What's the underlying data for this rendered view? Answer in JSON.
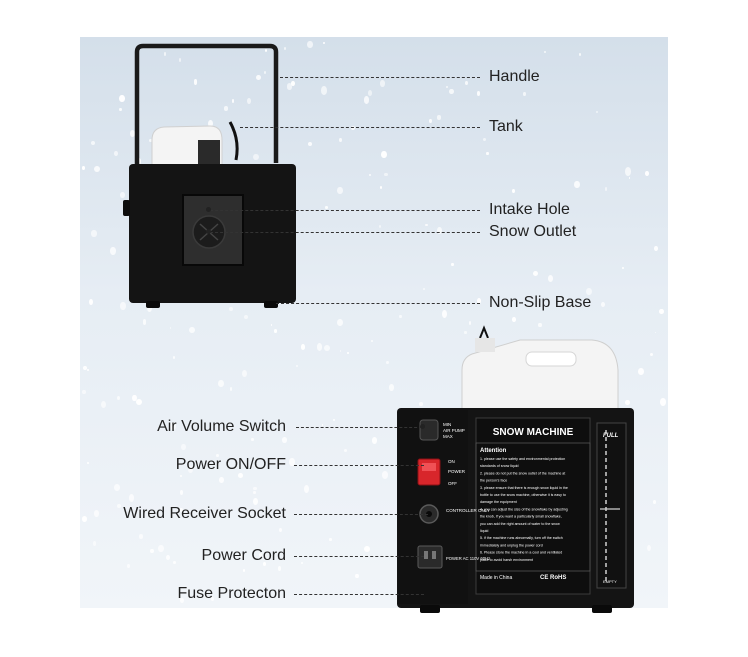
{
  "top_labels": [
    {
      "id": "handle",
      "text": "Handle"
    },
    {
      "id": "tank",
      "text": "Tank"
    },
    {
      "id": "intake-hole",
      "text": "Intake Hole"
    },
    {
      "id": "snow-outlet",
      "text": "Snow Outlet"
    },
    {
      "id": "non-slip-base",
      "text": "Non-Slip Base"
    }
  ],
  "bottom_labels": [
    {
      "id": "air-volume-switch",
      "text": "Air Volume Switch"
    },
    {
      "id": "power-on-off",
      "text": "Power ON/OFF"
    },
    {
      "id": "wired-receiver-socket",
      "text": "Wired Receiver Socket"
    },
    {
      "id": "power-cord",
      "text": "Power Cord"
    },
    {
      "id": "fuse-protecton",
      "text": "Fuse Protecton"
    }
  ],
  "panel": {
    "switch_labels": [
      "MIN",
      "AIR PUMP",
      "MAX"
    ],
    "power_labels": [
      "ON",
      "POWER",
      "OFF"
    ],
    "controller_label": "CONTROLLER ONLY",
    "power_input_label": "POWER AC 110V 60Hz"
  },
  "front": {
    "title": "SNOW MACHINE",
    "attention_title": "Attention",
    "attention_lines": [
      "1. please use the safety and environmental protection",
      "standards of snow liquid",
      "2. please do not put the snow outlet of the machine at",
      "the person's face",
      "3. please ensure that there is enough snow liquid in the",
      "bottle to use the snow machine, otherwise it is easy to",
      "damage the equipment",
      "4. you can adjust the size of the snowflake by adjusting",
      "the knob, if you want a particularly small snowflake,",
      "you can add the right amount of water to the snow",
      "liquid",
      "5. if the machine runs abnormally, turn off the switch",
      "immediately and unplug the power cord",
      "6. Please store the machine in a cool and ventilated",
      "place to avoid harsh environment"
    ],
    "made_in": "Made in China",
    "marks": "CE RoHS",
    "gauge_full": "FULL",
    "gauge_empty": "EMPTY"
  },
  "colors": {
    "machine": "#141414",
    "tank": "#f4f4f4",
    "power_switch": "#d8262b",
    "text": "#222222"
  }
}
